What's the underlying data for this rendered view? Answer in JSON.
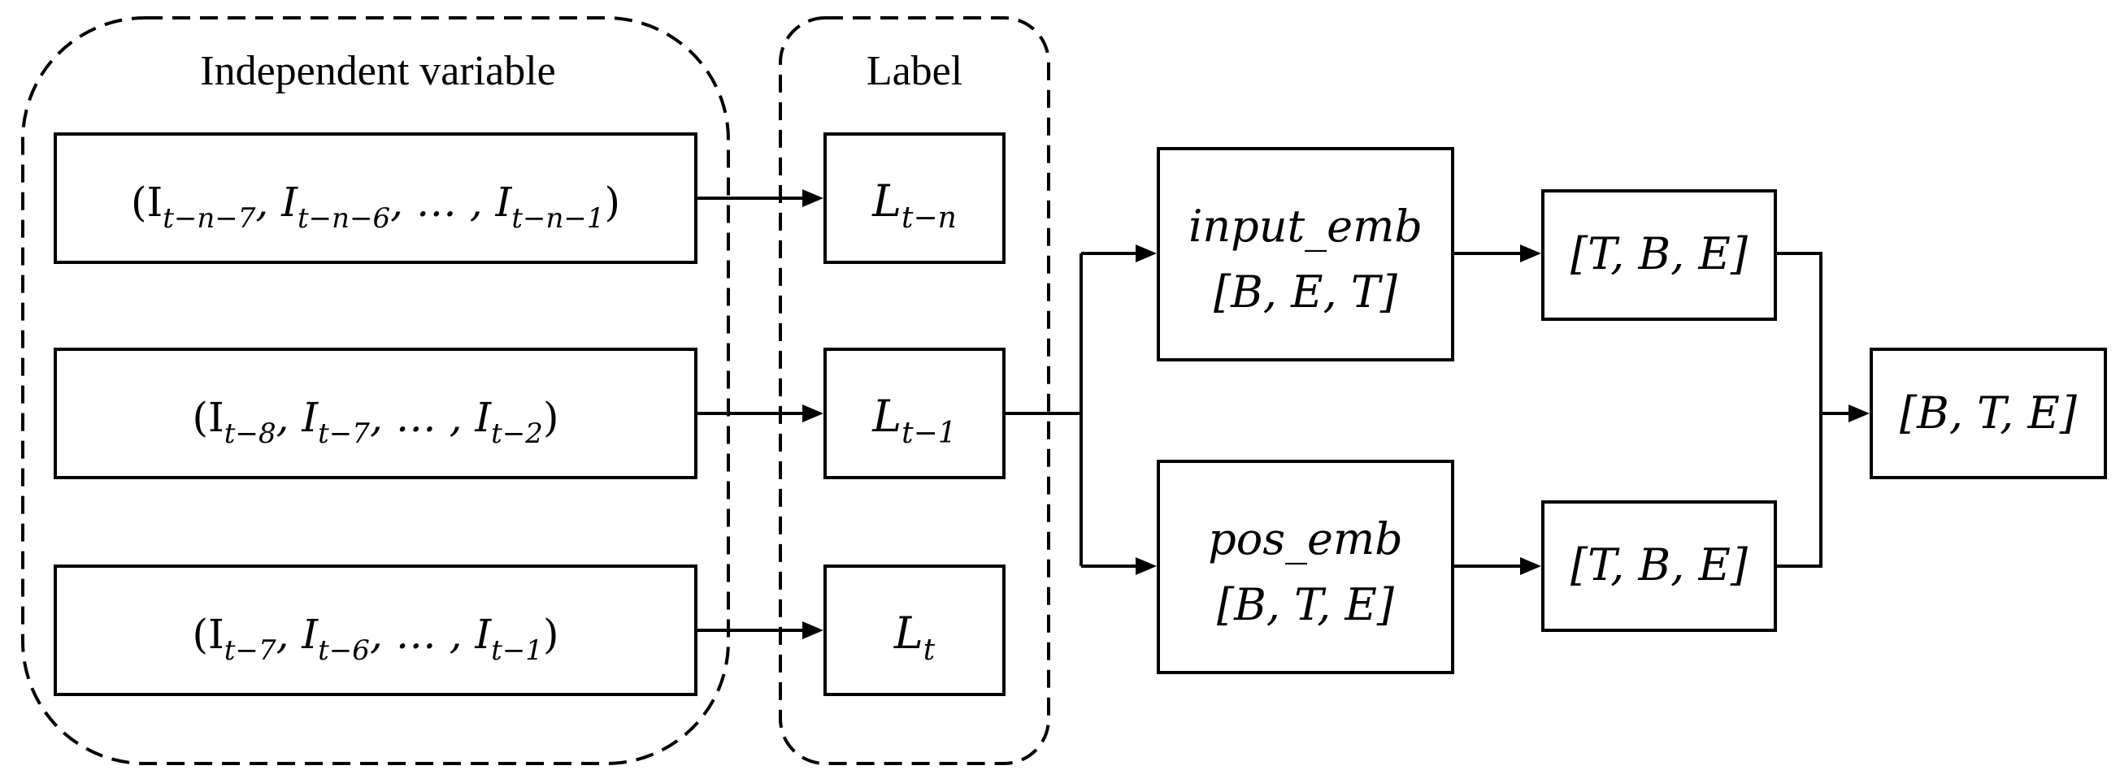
{
  "groups": {
    "independent_variable": "Independent variable",
    "label": "Label"
  },
  "inputs": [
    {
      "text": "(I",
      "s1": "t−n−7",
      "c1": ", I",
      "s2": "t−n−6",
      "c2": ", … , I",
      "s3": "t−n−1",
      "end": ")"
    },
    {
      "text": "(I",
      "s1": "t−8",
      "c1": ", I",
      "s2": "t−7",
      "c2": ", … , I",
      "s3": "t−2",
      "end": ")"
    },
    {
      "text": "(I",
      "s1": "t−7",
      "c1": ", I",
      "s2": "t−6",
      "c2": ", … , I",
      "s3": "t−1",
      "end": ")"
    }
  ],
  "labels": [
    {
      "base": "L",
      "sub": "t−n"
    },
    {
      "base": "L",
      "sub": "t−1"
    },
    {
      "base": "L",
      "sub": "t"
    }
  ],
  "embeddings": {
    "input_emb": {
      "name": "input_emb",
      "shape": "[B, E, T]"
    },
    "pos_emb": {
      "name": "pos_emb",
      "shape": "[B, T, E]"
    }
  },
  "transposed": {
    "top": "[T, B, E]",
    "bottom": "[T, B, E]"
  },
  "output": "[B, T, E]"
}
